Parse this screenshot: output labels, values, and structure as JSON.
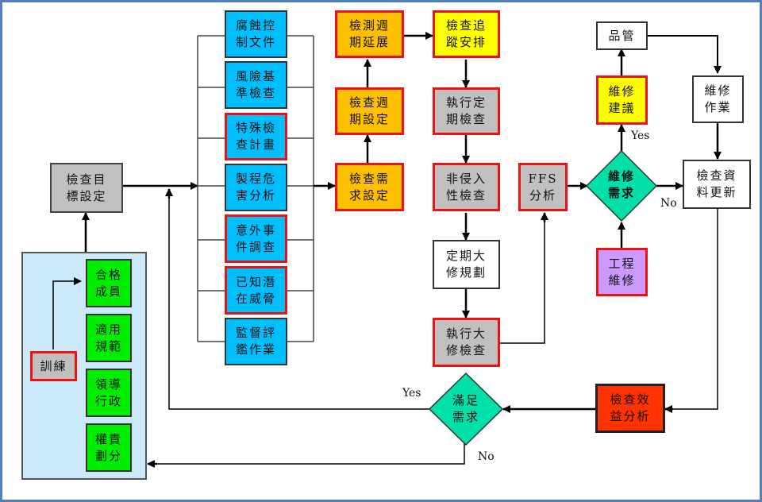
{
  "diagram": {
    "title": "",
    "nodes": {
      "goal_setting": "檢查目\n標設定",
      "corrosion_doc": "腐蝕控\n制文件",
      "risk_baseline": "風險基\n準檢查",
      "special_plan": "特殊檢\n查計畫",
      "process_hazard": "製程危\n害分析",
      "accident_investigation": "意外事\n件調查",
      "known_threat": "已知潛\n在威脅",
      "audit_evaluation": "監督評\n鑑作業",
      "inspection_demand": "檢查需\n求設定",
      "inspection_period": "檢查週\n期設定",
      "period_extension": "檢測週\n期延展",
      "tracking_schedule": "檢查追\n蹤安排",
      "periodic_inspection": "執行定\n期檢查",
      "non_intrusive": "非侵入\n性檢查",
      "turnaround_plan": "定期大\n修規劃",
      "turnaround_inspection": "執行大\n修檢查",
      "ffs_analysis": "FFS\n分析",
      "maintenance_need": "維修\n需求",
      "maintenance_suggestion": "維修\n建議",
      "quality_control": "品管",
      "maintenance_work": "維修\n作業",
      "data_update": "檢查資\n料更新",
      "engineering_maintenance": "工程\n維修",
      "benefit_analysis": "檢查效\n益分析",
      "requirement_met": "滿足\n需求",
      "training": "訓練",
      "qualified_staff": "合格\n成員",
      "applicable_codes": "適用\n規範",
      "leadership_admin": "領導\n行政",
      "responsibility": "權責\n劃分"
    },
    "edge_labels": {
      "maintenance_yes": "Yes",
      "maintenance_no": "No",
      "met_yes": "Yes",
      "met_no": "No"
    },
    "colors": {
      "frame": "#4f81bd",
      "gray": "#c0c0c0",
      "blue": "#00bfff",
      "orange": "#ffc000",
      "yellow": "#ffff00",
      "green": "#00ee00",
      "teal": "#00e0a8",
      "purple": "#cc99ff",
      "red_fill": "#ff3300",
      "red_border": "#ee1111",
      "panel": "#cce9fb"
    }
  }
}
